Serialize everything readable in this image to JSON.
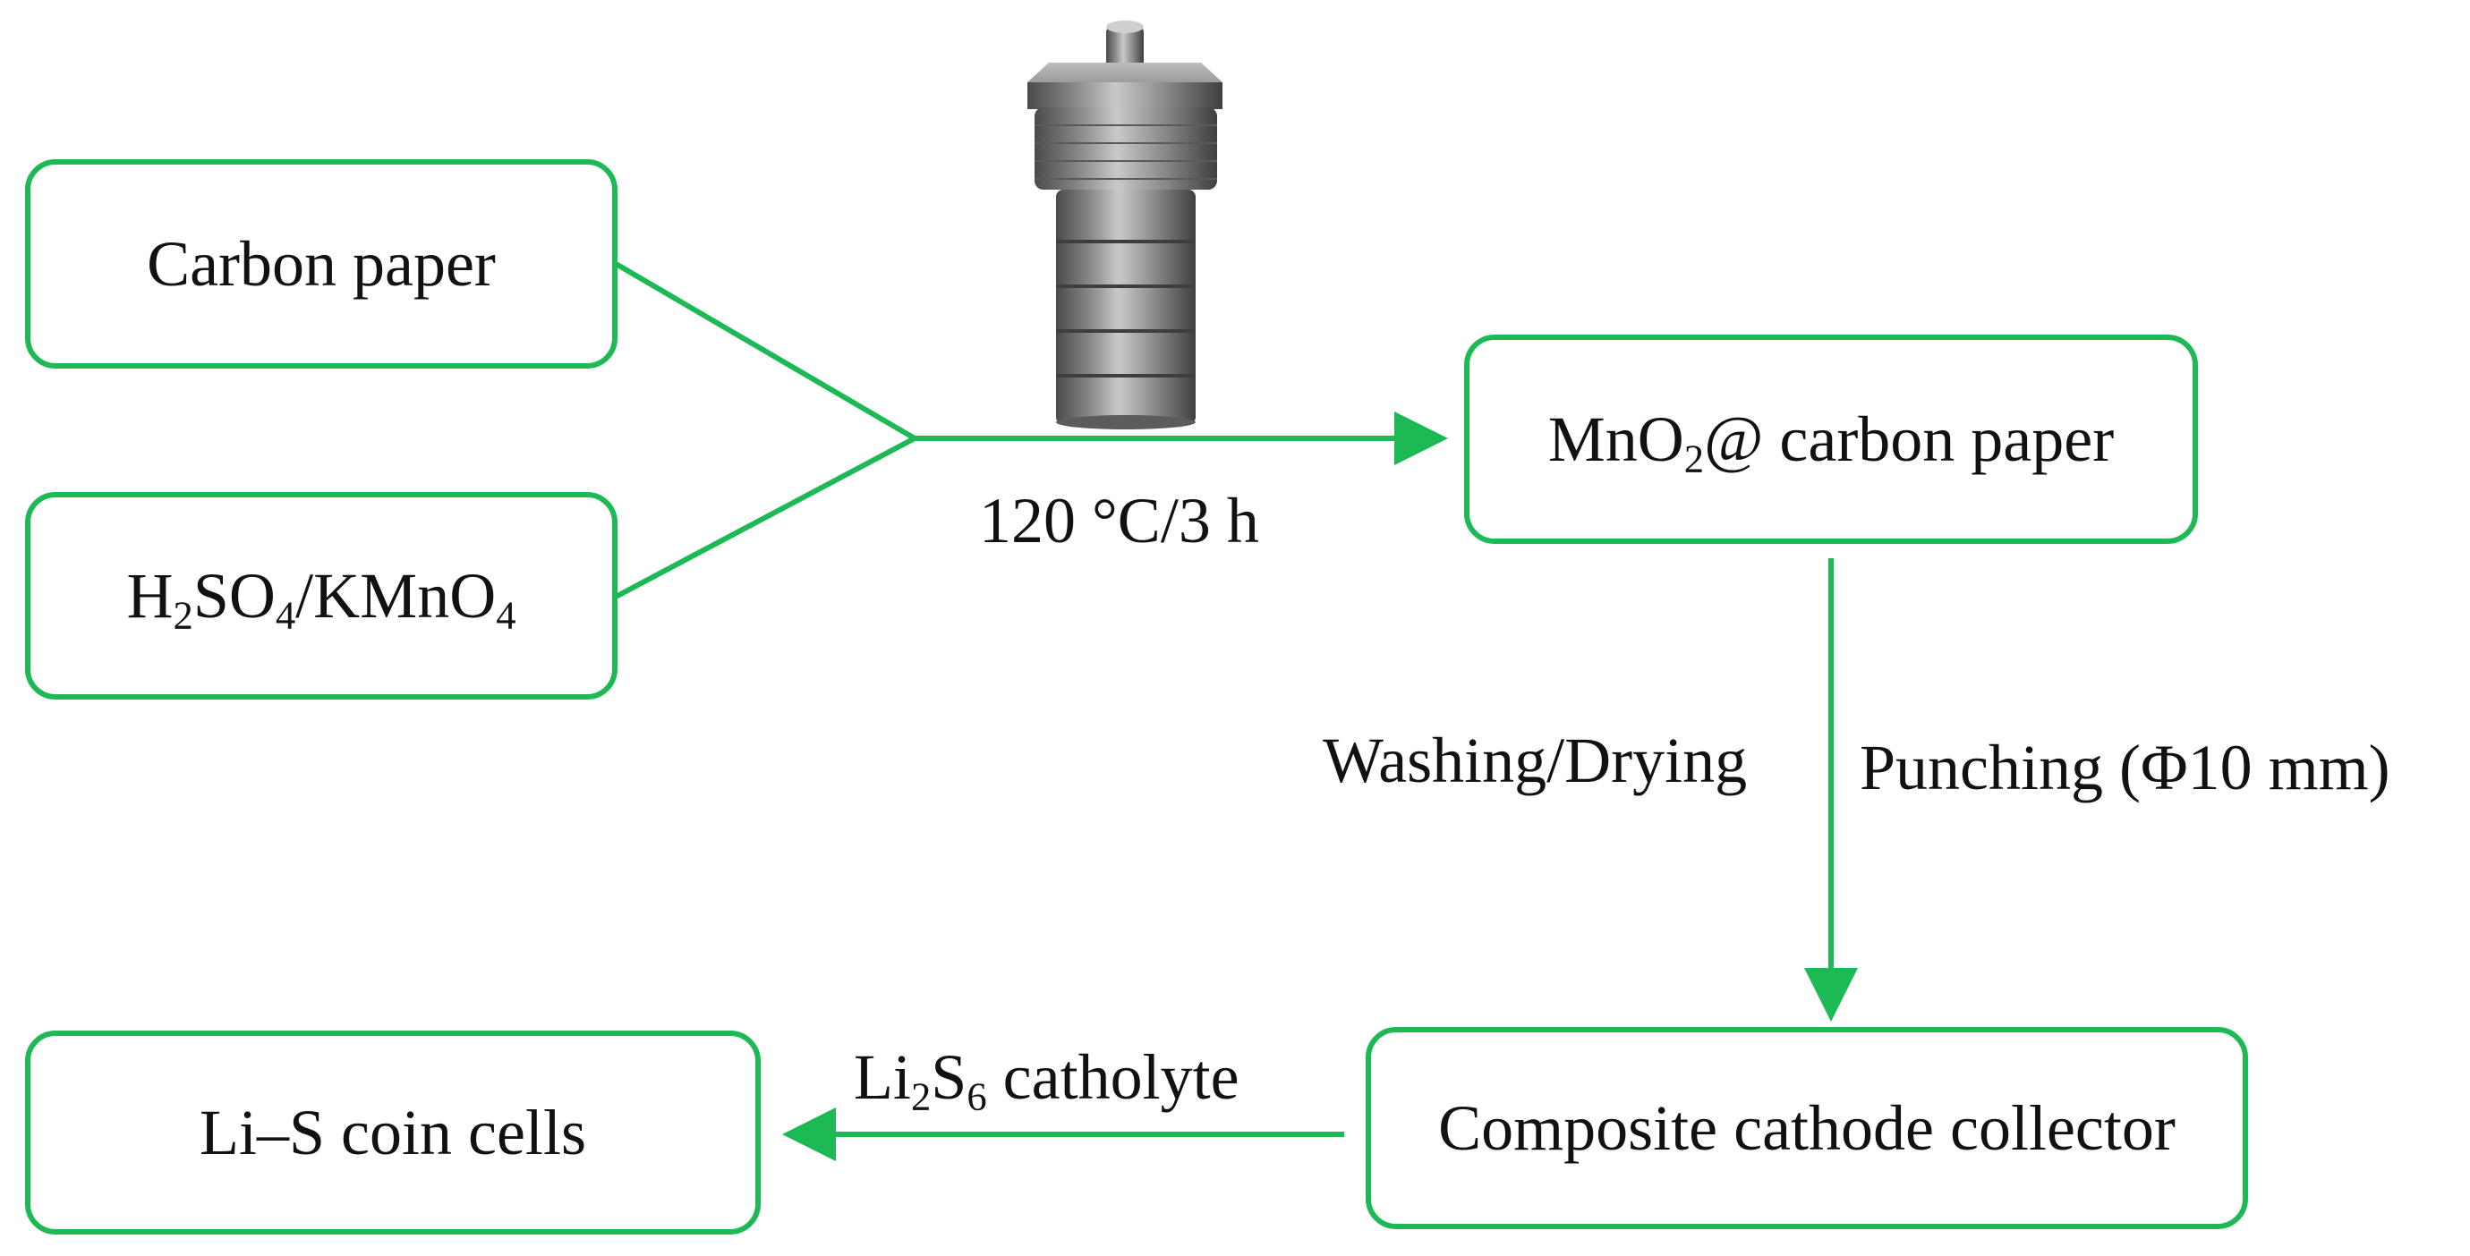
{
  "nodes": {
    "carbon_paper": {
      "text": "Carbon paper"
    },
    "acid_permanganate": {
      "h": "H",
      "h_sub": "2",
      "so": "SO",
      "so_sub": "4",
      "kmno": "/KMnO",
      "kmno_sub": "4"
    },
    "mno2_carbon_paper": {
      "mno": "MnO",
      "mno_sub": "2",
      "rest": "@ carbon paper"
    },
    "composite_cathode": {
      "text": "Composite cathode collector"
    },
    "lis_coin_cells": {
      "text": "Li–S coin cells"
    }
  },
  "edges": {
    "hydrothermal": {
      "label": "120 °C/3 h"
    },
    "washing": {
      "label": "Washing/Drying"
    },
    "punching": {
      "label": "Punching (Φ10 mm)"
    },
    "catholyte": {
      "li": "Li",
      "li_sub": "2",
      "s": "S",
      "s_sub": "6",
      "rest": " catholyte"
    }
  },
  "icons": {
    "autoclave": "autoclave-reactor-icon"
  },
  "colors": {
    "accent": "#1db954",
    "text": "#111111",
    "steel_light": "#a9a9a9",
    "steel_dark": "#4a4a4a"
  }
}
